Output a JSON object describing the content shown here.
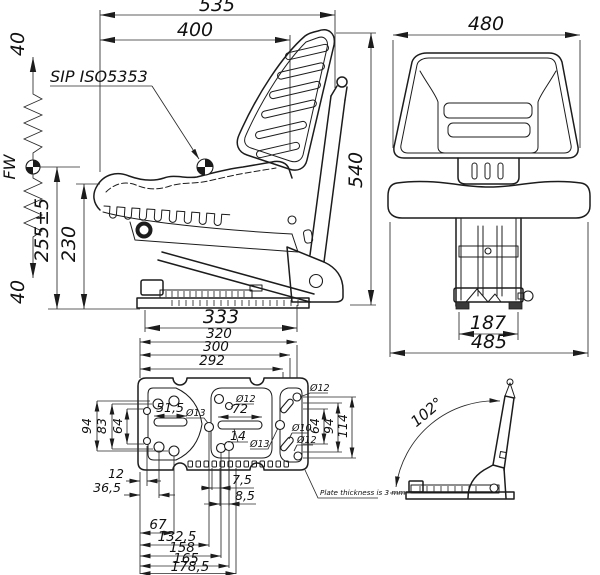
{
  "accent_color": "#1c1c1c",
  "background_color": "#ffffff",
  "side_view": {
    "dim_overall_length": "535",
    "dim_seat_depth": "400",
    "dim_suspension_up": "40",
    "sip_label": "SIP ISO5353",
    "fw_label": "FW",
    "dim_sip_height": "255±5",
    "dim_frame_height": "230",
    "dim_suspension_down": "40",
    "dim_rail_length": "333",
    "dim_overall_height": "540"
  },
  "front_view": {
    "dim_backrest_width": "480",
    "dim_rail_spacing": "187",
    "dim_overall_width": "485"
  },
  "plate_view": {
    "dim_width_outer": "320",
    "dim_width_mid": "300",
    "dim_width_inner": "292",
    "dim_left_outer": "94",
    "dim_left_mid": "83",
    "dim_left_inner": "64",
    "dim_slot_left": "51,5",
    "dim_slot_mid": "72",
    "dim_slot_offset": "14",
    "hole_dia_13_left": "Ø13",
    "hole_dia_12_mid": "Ø12",
    "hole_dia_12_top_right": "Ø12",
    "hole_dia_13_right": "Ø13",
    "hole_dia_10": "Ø10",
    "hole_dia_12_right": "Ø12",
    "dim_right_inner": "64",
    "dim_right_mid": "94",
    "dim_right_outer": "114",
    "dim_12": "12",
    "dim_36_5": "36,5",
    "dim_67": "67",
    "dim_132_5": "132,5",
    "dim_158": "158",
    "dim_165": "165",
    "dim_178_5": "178,5",
    "dim_7_5": "7,5",
    "dim_8_5": "8,5",
    "note": "Plate thickness is 3 mm"
  },
  "folded_view": {
    "dim_backrest_angle": "102°"
  }
}
